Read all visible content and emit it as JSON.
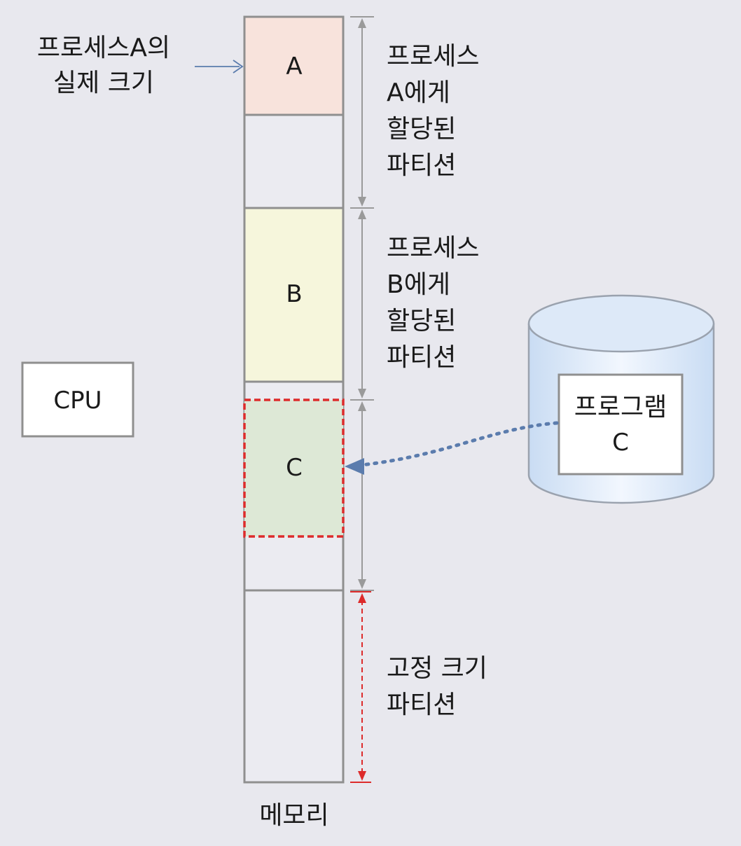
{
  "labels": {
    "process_a_actual_size_line1": "프로세스A의",
    "process_a_actual_size_line2": "실제 크기",
    "partition_a_line1": "프로세스",
    "partition_a_line2": "A에게",
    "partition_a_line3": "할당된",
    "partition_a_line4": "파티션",
    "partition_b_line1": "프로세스",
    "partition_b_line2": "B에게",
    "partition_b_line3": "할당된",
    "partition_b_line4": "파티션",
    "fixed_partition_line1": "고정 크기",
    "fixed_partition_line2": "파티션",
    "memory": "메모리",
    "cpu": "CPU",
    "program_line1": "프로그램",
    "program_line2": "C"
  },
  "blocks": {
    "a": "A",
    "b": "B",
    "c": "C"
  },
  "colors": {
    "background": "#e8e8ee",
    "block_a_fill": "#f8e3dc",
    "block_b_fill": "#f6f6dc",
    "block_c_fill": "#dde8d6",
    "block_c_border": "#dd2b2b",
    "fixed_arrow": "#dd2b2b",
    "load_arrow": "#5b7cad",
    "disk_fill": "#d8e6f6",
    "memory_border": "#8f8f8f"
  }
}
